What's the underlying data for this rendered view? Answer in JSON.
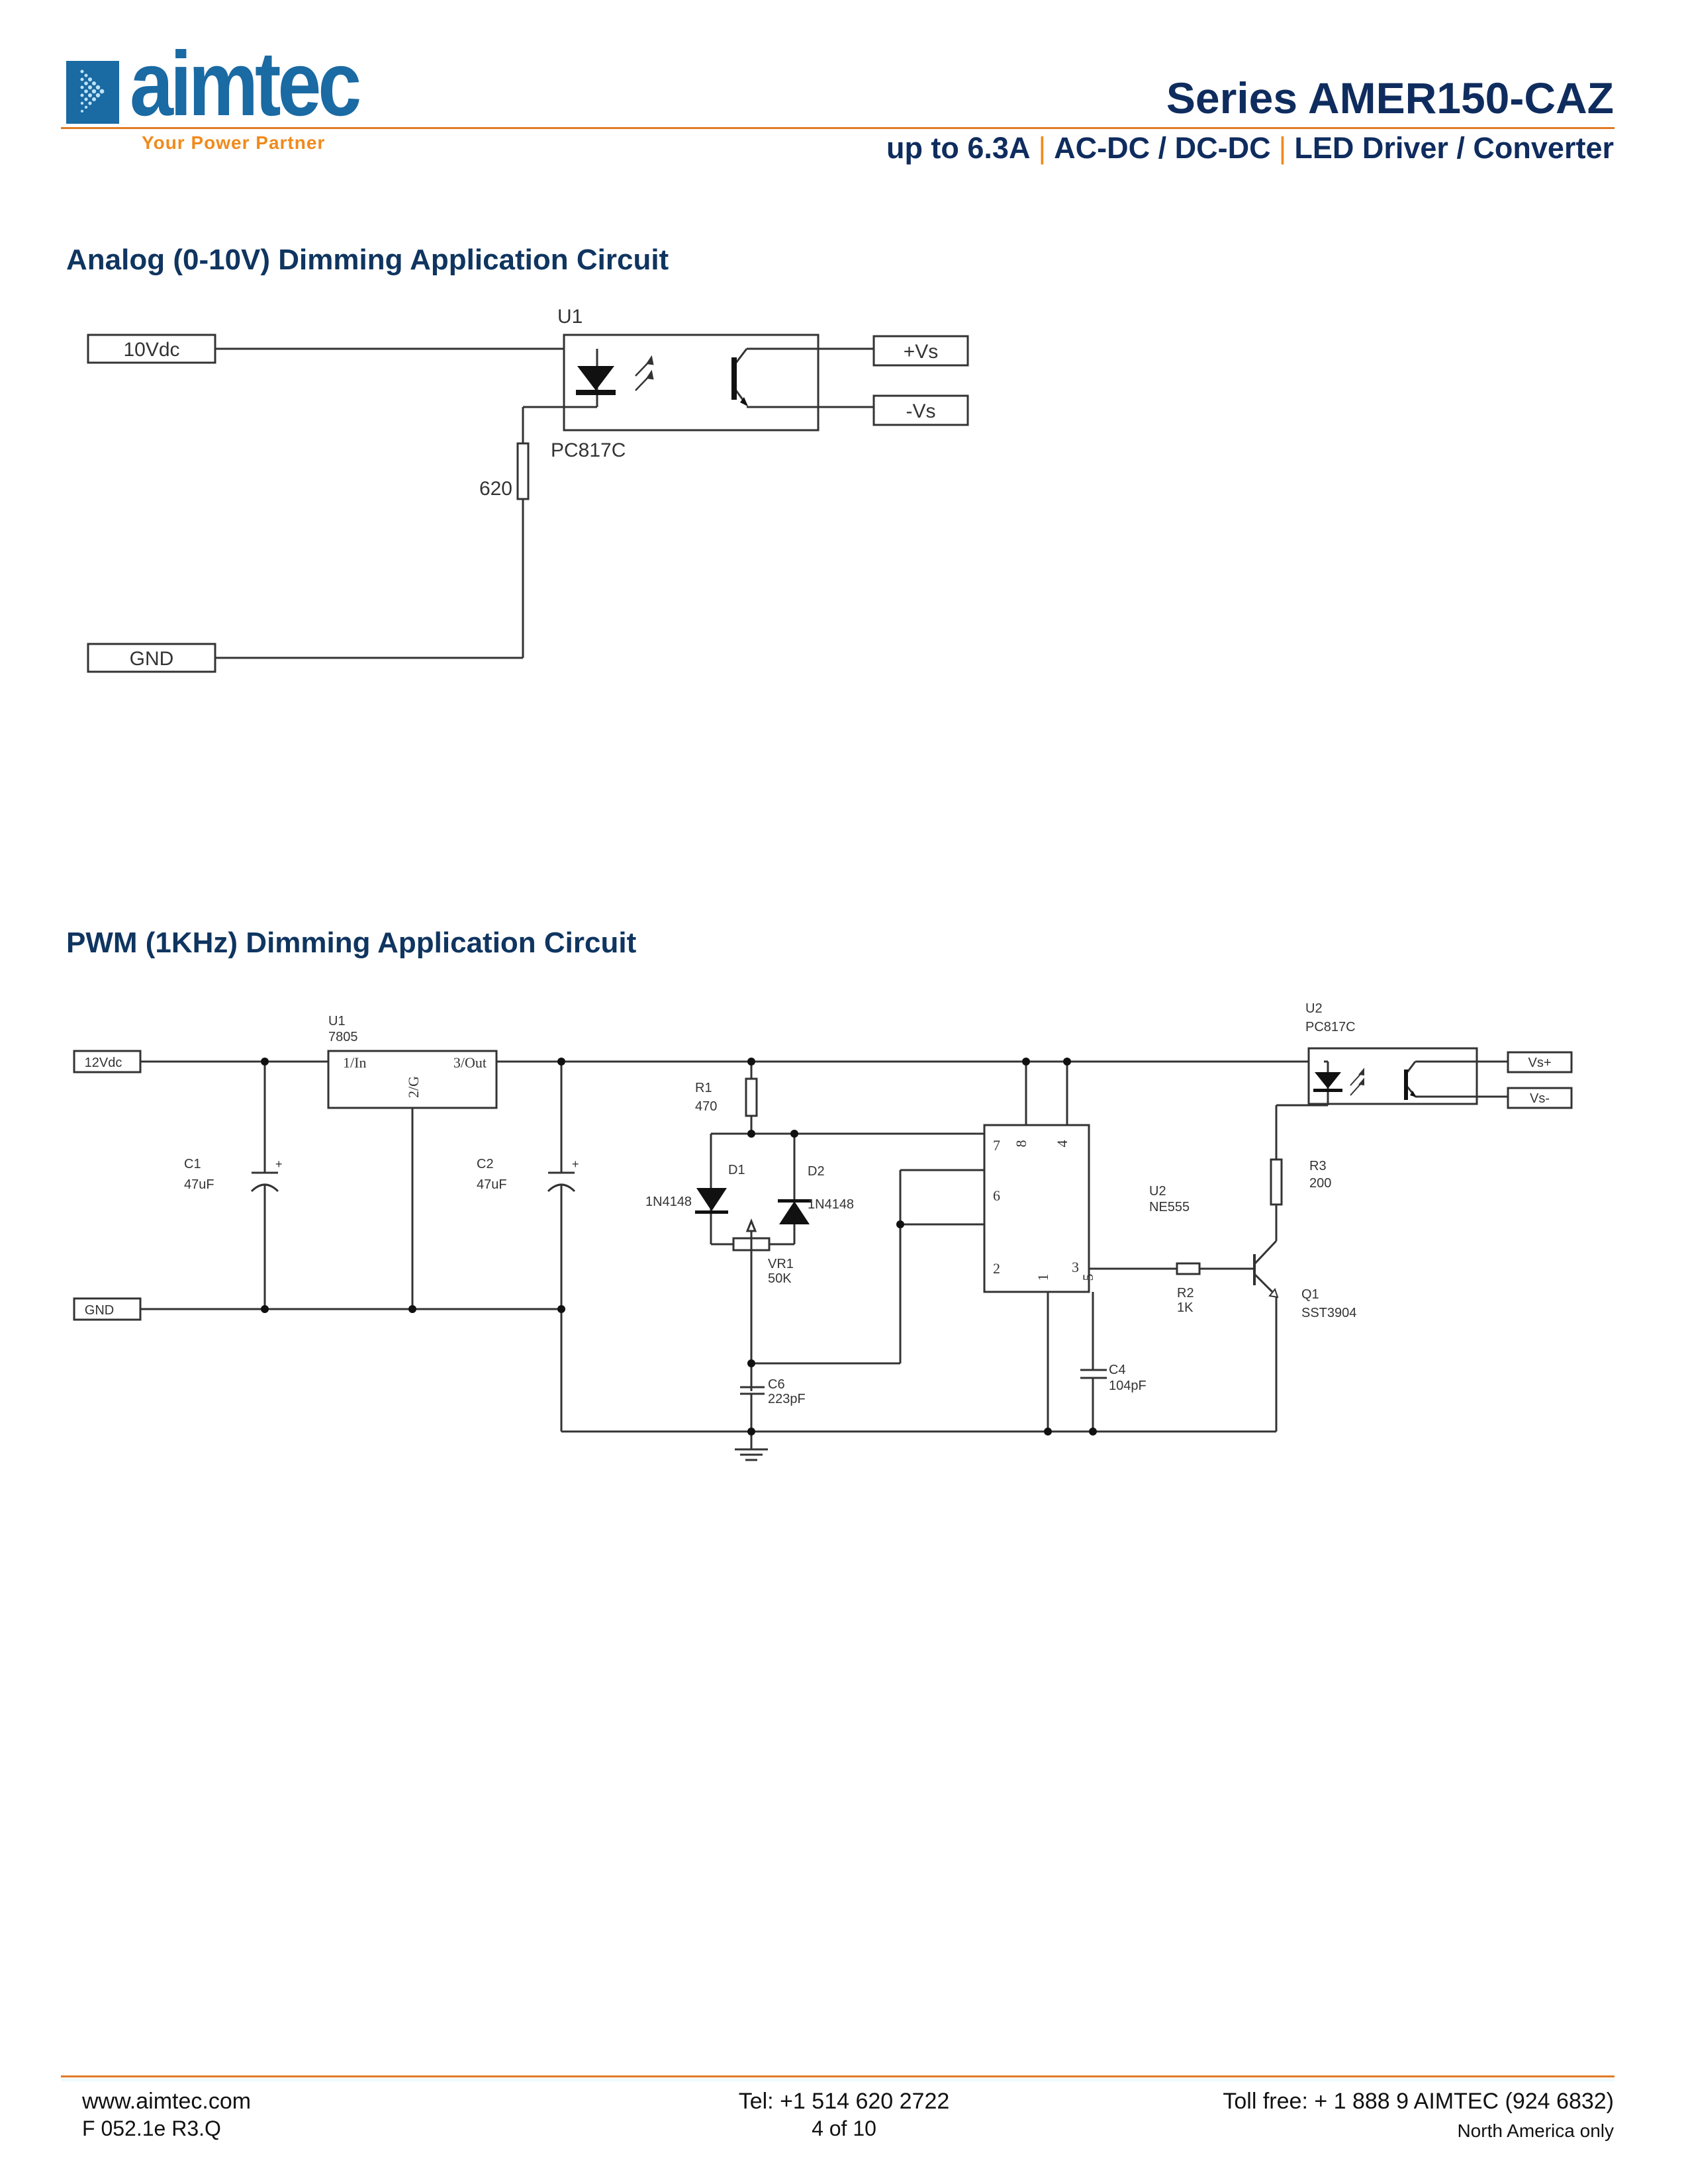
{
  "header": {
    "logo_word": "aimtec",
    "logo_tagline": "Your Power Partner",
    "series_title": "Series AMER150-CAZ",
    "subtitle_parts": [
      "up to 6.3A",
      "AC-DC / DC-DC",
      "LED Driver / Converter"
    ],
    "separator": "|"
  },
  "colors": {
    "brand_blue": "#1a6aa3",
    "title_navy": "#0f2c5e",
    "accent_orange": "#e07a25",
    "tagline_orange": "#f08a1c"
  },
  "analog_section": {
    "title": "Analog (0-10V) Dimming Application Circuit",
    "terminals": {
      "input": "10Vdc",
      "ground": "GND",
      "out_pos": "+Vs",
      "out_neg": "-Vs"
    },
    "optocoupler": {
      "ref": "U1",
      "part": "PC817C"
    },
    "resistor": {
      "value": "620"
    }
  },
  "pwm_section": {
    "title": "PWM (1KHz) Dimming Application Circuit",
    "terminals": {
      "input": "12Vdc",
      "ground": "GND",
      "out_pos": "Vs+",
      "out_neg": "Vs-"
    },
    "regulator": {
      "ref": "U1",
      "part": "7805",
      "pin_in": "1/In",
      "pin_gnd": "2/G",
      "pin_out": "3/Out"
    },
    "c1": {
      "ref": "C1",
      "value": "47uF",
      "polarity": "+"
    },
    "c2": {
      "ref": "C2",
      "value": "47uF",
      "polarity": "+"
    },
    "r1": {
      "ref": "R1",
      "value": "470"
    },
    "d1": {
      "ref": "D1",
      "part": "1N4148"
    },
    "d2": {
      "ref": "D2",
      "part": "1N4148"
    },
    "vr1": {
      "ref": "VR1",
      "value": "50K"
    },
    "c6": {
      "ref": "C6",
      "value": "223pF"
    },
    "timer": {
      "ref": "U2",
      "part": "NE555",
      "pins": {
        "p7": "7",
        "p8": "8",
        "p4": "4",
        "p6": "6",
        "p2": "2",
        "p1": "1",
        "p5": "5",
        "p3": "3"
      }
    },
    "c4": {
      "ref": "C4",
      "value": "104pF"
    },
    "r2": {
      "ref": "R2",
      "value": "1K"
    },
    "r3": {
      "ref": "R3",
      "value": "200"
    },
    "q1": {
      "ref": "Q1",
      "part": "SST3904"
    },
    "optocoupler": {
      "ref": "U2",
      "part": "PC817C"
    }
  },
  "footer": {
    "website": "www.aimtec.com",
    "form_code": "F 052.1e R3.Q",
    "tel": "Tel: +1 514 620 2722",
    "page": "4 of 10",
    "toll_free": "Toll free: + 1 888 9 AIMTEC (924 6832)",
    "region_note": "North America only"
  }
}
